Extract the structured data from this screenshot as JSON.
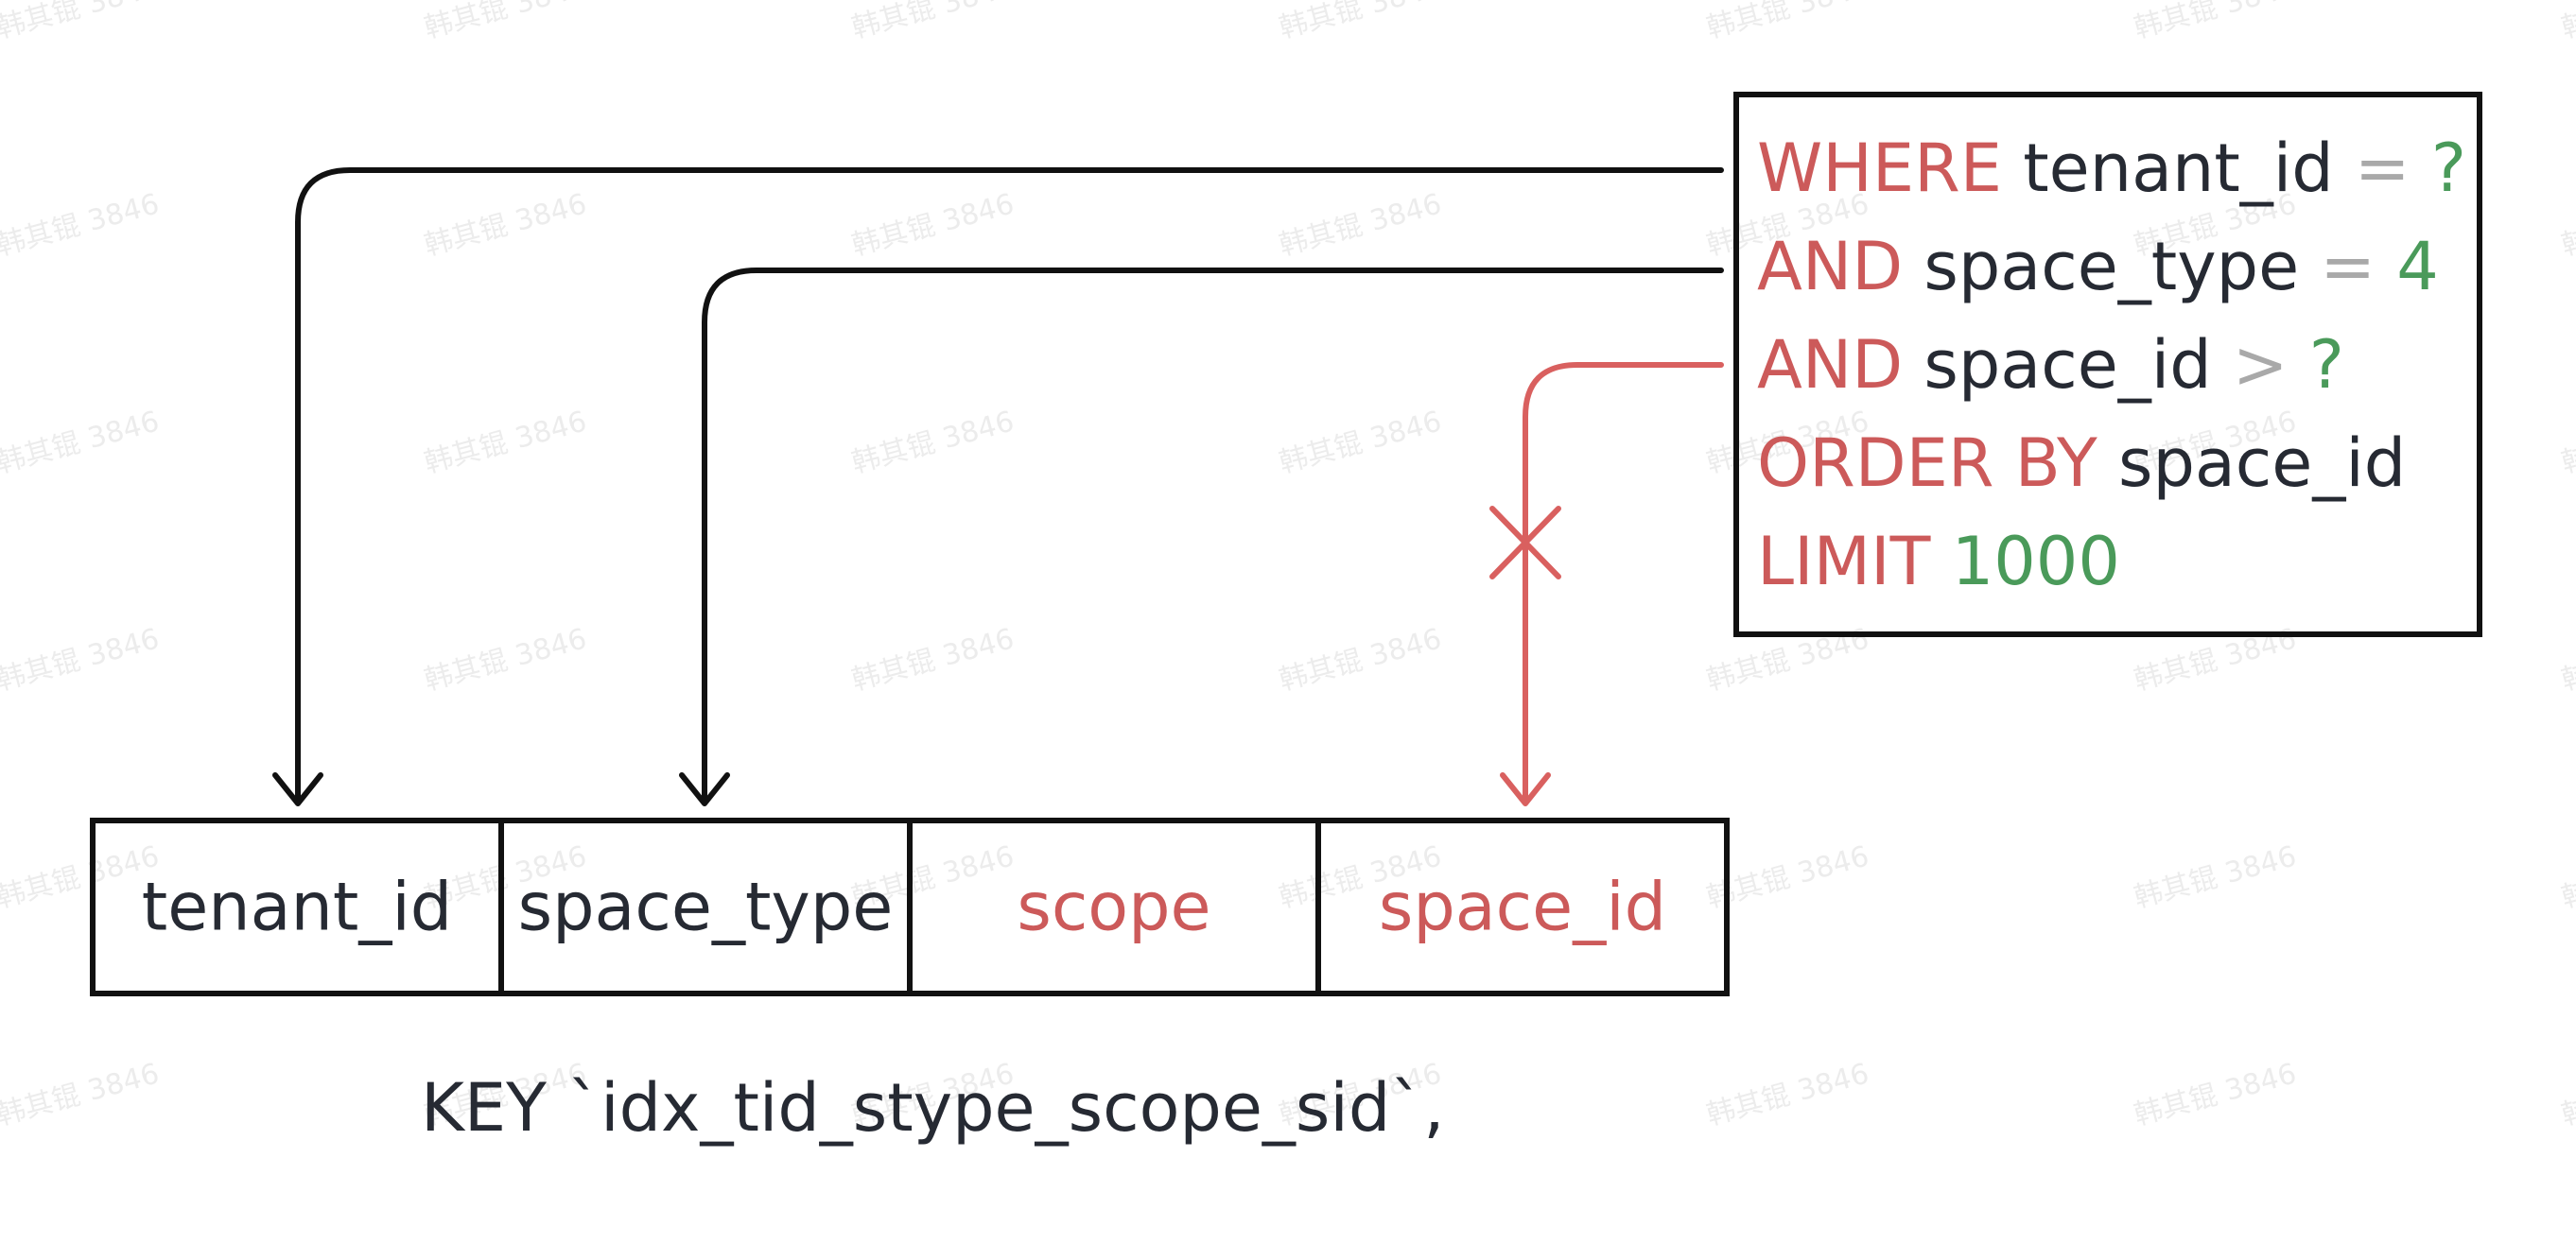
{
  "watermark": "韩其锟 3846",
  "query": {
    "lines": [
      [
        {
          "t": "WHERE",
          "c": "kw"
        },
        {
          "t": " tenant_id",
          "c": "id"
        },
        {
          "t": " =",
          "c": "op"
        },
        {
          "t": " ?",
          "c": "num"
        }
      ],
      [
        {
          "t": "AND",
          "c": "kw"
        },
        {
          "t": " space_type",
          "c": "id"
        },
        {
          "t": " =",
          "c": "op"
        },
        {
          "t": " 4",
          "c": "num"
        }
      ],
      [
        {
          "t": "AND",
          "c": "kw"
        },
        {
          "t": " space_id",
          "c": "id"
        },
        {
          "t": " >",
          "c": "op"
        },
        {
          "t": " ?",
          "c": "num"
        }
      ],
      [
        {
          "t": "ORDER BY",
          "c": "kw"
        },
        {
          "t": " space_id",
          "c": "id"
        }
      ],
      [
        {
          "t": "LIMIT",
          "c": "kw"
        },
        {
          "t": " 1000",
          "c": "num"
        }
      ]
    ]
  },
  "index": {
    "columns": [
      {
        "name": "tenant_id",
        "highlight": false
      },
      {
        "name": "space_type",
        "highlight": false
      },
      {
        "name": "scope",
        "highlight": true
      },
      {
        "name": "space_id",
        "highlight": true
      }
    ],
    "caption": "KEY `idx_tid_stype_scope_sid`,"
  },
  "colors": {
    "keyword": "#cc5a5a",
    "identifier": "#262a33",
    "operator": "#a9a9a9",
    "literal": "#4a9a5a",
    "arrow_ok": "#111111",
    "arrow_blocked": "#d9605f"
  }
}
